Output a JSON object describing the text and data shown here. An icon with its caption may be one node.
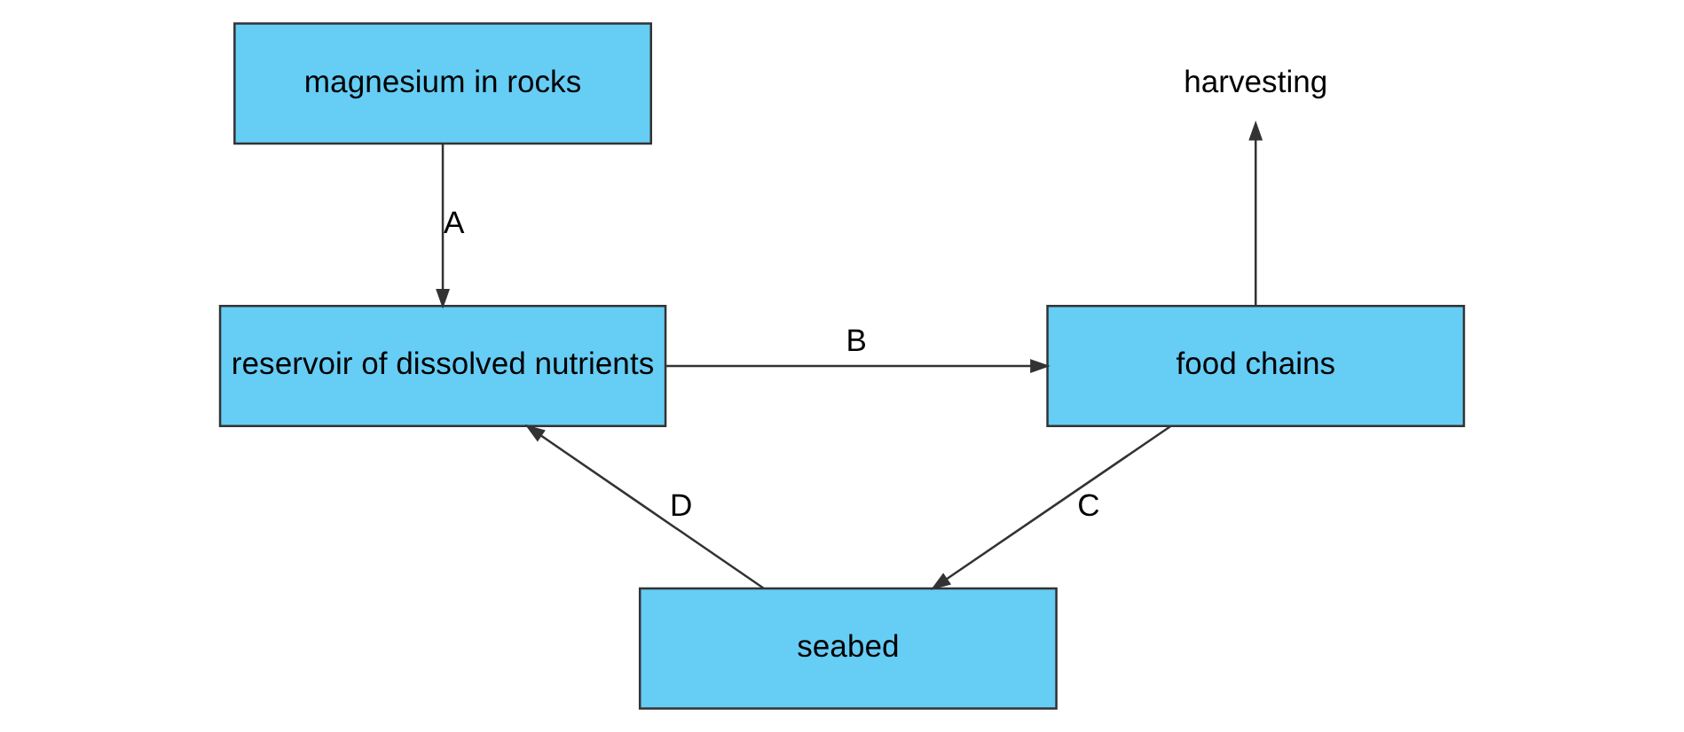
{
  "diagram": {
    "nodes": [
      {
        "text": [
          "magnesium in rocks"
        ]
      },
      {
        "text": [
          "reservoir of dissolved nutrients"
        ]
      },
      {
        "text": [
          "food chains"
        ]
      },
      {
        "text": [
          "harvesting"
        ]
      },
      {
        "text": [
          "seabed"
        ]
      }
    ],
    "edges": [
      {
        "from": 0,
        "to": 1,
        "arrow": "to",
        "label": "A"
      },
      {
        "from": 1,
        "to": 2,
        "arrow": "to",
        "label": "B"
      },
      {
        "from": 2,
        "to": 3,
        "arrow": "to"
      },
      {
        "from": 2,
        "to": 4,
        "arrow": "to",
        "label": "C"
      },
      {
        "from": 4,
        "to": 1,
        "arrow": "to",
        "label": "D"
      }
    ]
  }
}
